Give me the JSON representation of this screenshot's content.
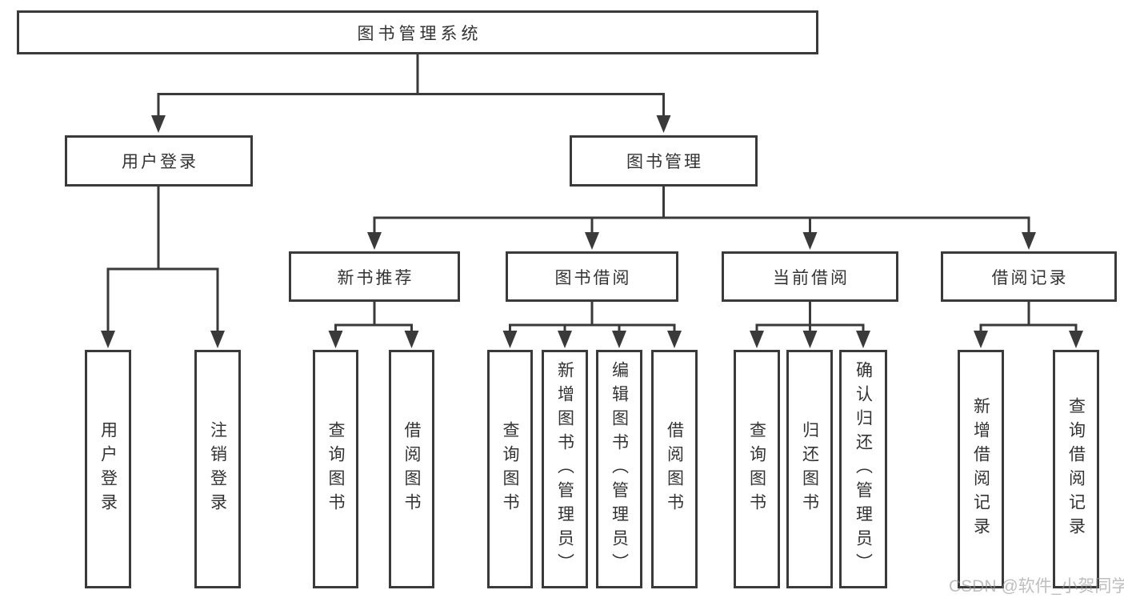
{
  "tree": {
    "root": "图书管理系统",
    "branches": {
      "user_login": "用户登录",
      "book_mgmt": "图书管理"
    },
    "modules": {
      "new_books": "新书推荐",
      "book_borrow": "图书借阅",
      "current_borrow": "当前借阅",
      "borrow_records": "借阅记录"
    },
    "leaves": {
      "user_login": [
        "用户登录",
        "注销登录"
      ],
      "new_books": [
        "查询图书",
        "借阅图书"
      ],
      "book_borrow": [
        "查询图书",
        "新增图书（管理员）",
        "编辑图书（管理员）",
        "借阅图书"
      ],
      "current_borrow": [
        "查询图书",
        "归还图书",
        "确认归还（管理员）"
      ],
      "borrow_records": [
        "新增借阅记录",
        "查询借阅记录"
      ]
    }
  },
  "colors": {
    "line": "#3a3a3a",
    "box_border": "#3a3a3a",
    "text": "#333333",
    "background": "#ffffff",
    "watermark": "#a6a6a6"
  },
  "watermark": "CSDN @软件_小贺同学"
}
